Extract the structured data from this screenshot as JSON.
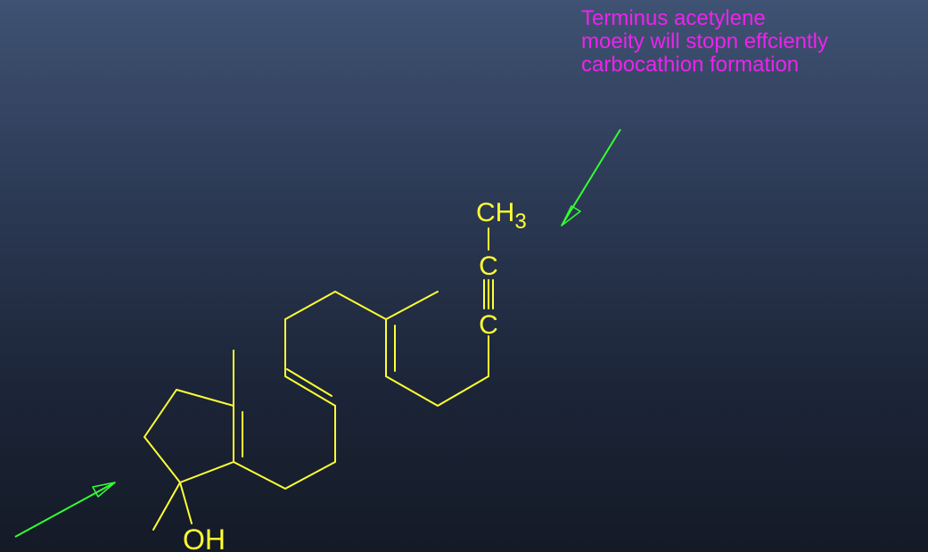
{
  "annotation": {
    "lines": [
      "Terminus acetylene",
      "moeity will stopn effciently",
      "carbocathion formation"
    ]
  },
  "molecule": {
    "methyl_group": {
      "element": "CH",
      "subscript": "3"
    },
    "alkyne_carbon_upper": "C",
    "alkyne_carbon_lower": "C",
    "hydroxyl": "OH"
  },
  "colors": {
    "annotation": "#ee22ee",
    "molecule": "#ffff33",
    "arrows": "#33ff33",
    "background_top": "#3f5273",
    "background_bottom": "#141a26"
  },
  "icons": [
    "arrow-icon",
    "arrow-icon"
  ]
}
